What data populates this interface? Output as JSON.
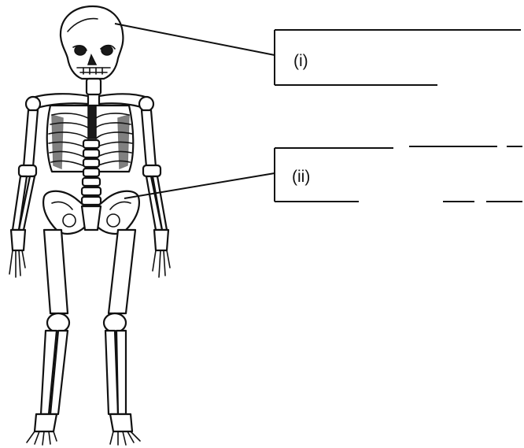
{
  "diagram": {
    "labels": [
      {
        "id": "i",
        "text": "(i)"
      },
      {
        "id": "ii",
        "text": "(ii)"
      }
    ]
  }
}
